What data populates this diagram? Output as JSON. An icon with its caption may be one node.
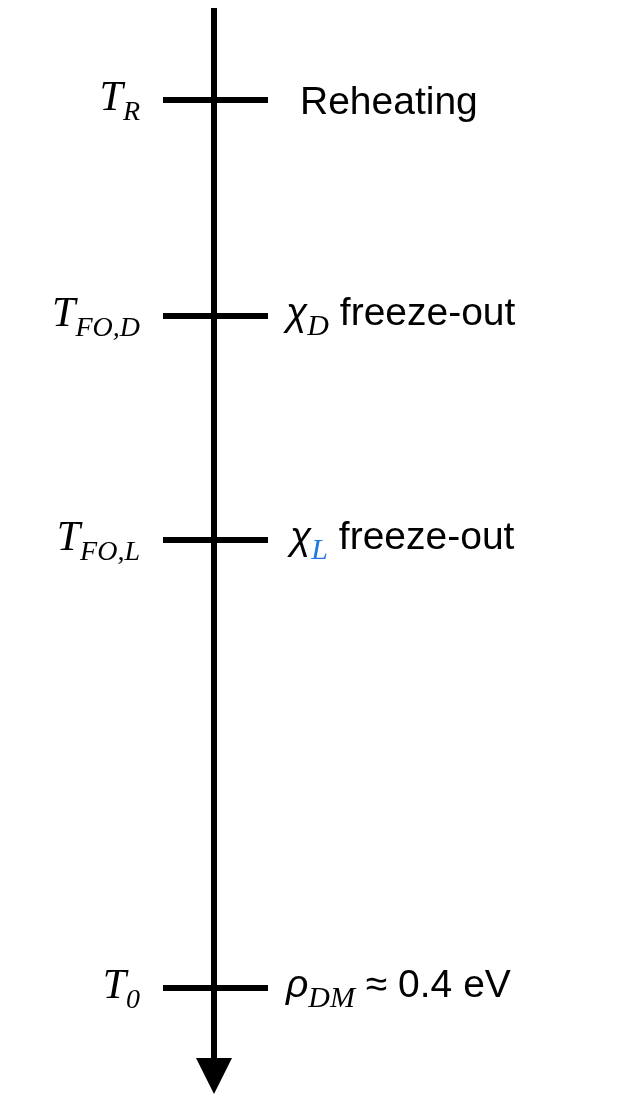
{
  "diagram": {
    "labels": [
      "T$_{R}$",
      "Reheating",
      "T$_{FO,D}$",
      "*χ*$_{D}$ freeze-out",
      "T$_{FO,L}$",
      "*χ*$_{L}$ freeze-out",
      "T$_{0}$",
      "*ρ*$_{DM}$ ≈ 0.4 eV"
    ]
  }
}
